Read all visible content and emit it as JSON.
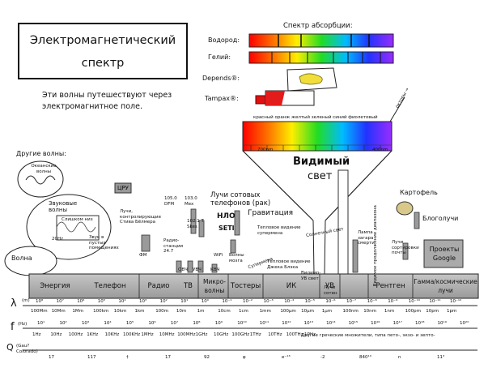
{
  "title": {
    "line1": "Электромагнетический",
    "line2": "спектр"
  },
  "intro": "Эти волны путешествуют через электромагнитное поле.",
  "absorption": {
    "heading": "Спектр абсорбции:",
    "hydrogen": "Водород:",
    "helium": "Гелий:",
    "depends": "Depends®:",
    "tampax": "Tampax®:"
  },
  "visible": {
    "colors": "красный оранж желтый зеленый синий фиолетовый",
    "title_line1": "Видимый",
    "title_line2": "свет",
    "nm_left": "700nm",
    "nm_right": "400nm",
    "other_label": "окторы →"
  },
  "other_waves": {
    "heading": "Другие волны:",
    "ocean": "Океанские волны",
    "sound": "Звуковые волны",
    "too_low": "Слишком низ",
    "empty_rooms": "Звук в пустых помещениях",
    "hz": "20Hz",
    "wave": "Волна"
  },
  "annotations": {
    "cru": "ЦРУ",
    "mind_rays": "Лучи, контролирующие Стива Бёлмера",
    "f105": "105.0 DFM",
    "f103": "103.0 Mex",
    "f102": "102.1 T Skes",
    "cell": "Лучи сотовых телефонов (рак)",
    "ufo": "НЛО",
    "seti": "SETI",
    "gravity": "Гравитация",
    "fm": "ФМ",
    "radio247": "Радио-станции 24.7",
    "uhf": "ОВЧ",
    "vhf": "УВЧ",
    "shf": "КВЧ",
    "wifi": "WiFi",
    "brain": "Волны мозга",
    "thermal_super": "Тепловое видение суперменa",
    "super": "Суперменa",
    "thermal_predator": "Тепловое видение Джека Блэка",
    "sun": "Солнечный свет",
    "uv_visible": "Видимо-УВ свет",
    "rays": "Лучи сотен",
    "death_lamp": "Лампа загара смерти",
    "visible_strip": "Видимое продолжение диапазона",
    "potato": "Картофель",
    "bloodsuckers": "Блоголучи",
    "sorting": "Лучи сортировки почты",
    "google": "Проекты Google"
  },
  "bands": [
    "Энергия",
    "Телефон",
    "Радио",
    "ТВ",
    "Микро-волны",
    "Тостеры",
    "ИК",
    "УВ",
    "Рентген",
    "Гамма/космические лучи"
  ],
  "lambda_label": "λ",
  "lambda_unit": "(m)",
  "lambda_exp": [
    "10⁸",
    "10⁷",
    "10⁶",
    "10⁵",
    "10⁴",
    "10³",
    "10²",
    "10¹",
    "10⁰",
    "10⁻¹",
    "10⁻²",
    "10⁻³",
    "10⁻⁴",
    "10⁻⁵",
    "10⁻⁶",
    "10⁻⁷",
    "10⁻⁸",
    "10⁻⁹",
    "10⁻¹⁰",
    "10⁻¹¹",
    "10⁻¹²"
  ],
  "lambda_names": [
    "100Mm",
    "10Mm",
    "1Mm",
    "100km",
    "10km",
    "1km",
    "100m",
    "10m",
    "1m",
    "10cm",
    "1cm",
    "1mm",
    "100μm",
    "10μm",
    "1μm",
    "100nm",
    "10nm",
    "1nm",
    "100pm",
    "10pm",
    "1pm"
  ],
  "freq_label": "f",
  "freq_unit": "(Hz)",
  "freq_exp": [
    "10¹",
    "10²",
    "10³",
    "10⁴",
    "10⁵",
    "10⁶",
    "10⁷",
    "10⁸",
    "10⁹",
    "10¹⁰",
    "10¹¹",
    "10¹²",
    "10¹³",
    "10¹⁴",
    "10¹⁵",
    "10¹⁶",
    "10¹⁷",
    "10¹⁸",
    "10¹⁹",
    "10²⁰"
  ],
  "freq_names": [
    "1Hz",
    "10Hz",
    "100Hz",
    "1KHz",
    "10KHz",
    "100KHz",
    "1MHz",
    "10MHz",
    "100MHz",
    "1GHz",
    "10GHz",
    "100GHz",
    "1THz",
    "10THz",
    "100THz",
    "1PHz"
  ],
  "freq_note": "Другие греческие множители, типа пето-, экзо- и зепто-",
  "q_label": "Q",
  "q_unit": "(Gau? Colorado)",
  "q_values": [
    "17",
    "117",
    "†",
    "17",
    "92",
    "φ",
    "e⁻¹³",
    "-2",
    "840¹⁰",
    "n",
    "11³"
  ]
}
